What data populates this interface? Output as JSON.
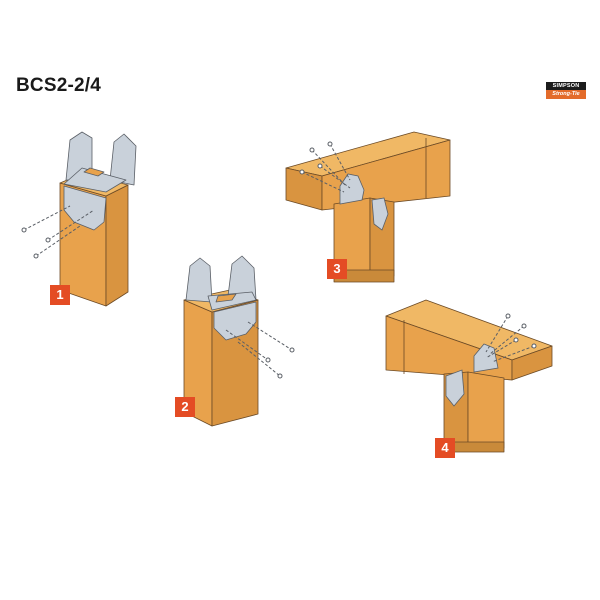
{
  "header": {
    "title": "BCS2-2/4"
  },
  "logo": {
    "top_text": "SIMPSON",
    "bottom_text": "Strong-Tie"
  },
  "colors": {
    "wood": "#e8a24c",
    "wood_dark": "#d88f38",
    "wood_outline": "#6b4a26",
    "metal": "#c9d1da",
    "metal_outline": "#5a5f66",
    "badge": "#e44c24",
    "logo_black": "#1c1c1c",
    "logo_orange": "#e36b2a"
  },
  "figures": [
    {
      "id": "1",
      "label": "1",
      "description": "Post cap on post, fasteners from left"
    },
    {
      "id": "2",
      "label": "2",
      "description": "Post cap on post, fasteners from right"
    },
    {
      "id": "3",
      "label": "3",
      "description": "Post-to-beam connection, nails from upper left"
    },
    {
      "id": "4",
      "label": "4",
      "description": "Post-to-beam connection, nails from upper right"
    }
  ]
}
